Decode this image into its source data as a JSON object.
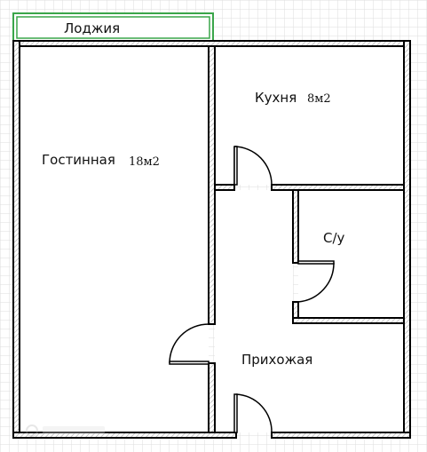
{
  "rooms": {
    "loggia": {
      "name": "Лоджия"
    },
    "living": {
      "name": "Гостинная",
      "area": "18м2"
    },
    "kitchen": {
      "name": "Кухня",
      "area": "8м2"
    },
    "bathroom": {
      "name": "С/у"
    },
    "hall": {
      "name": "Прихожая"
    }
  },
  "colors": {
    "grid": "#dddddd",
    "wall": "#000000",
    "wall_hatch": "#bdbdbd",
    "loggia": "#4caf50",
    "door": "#000000"
  }
}
